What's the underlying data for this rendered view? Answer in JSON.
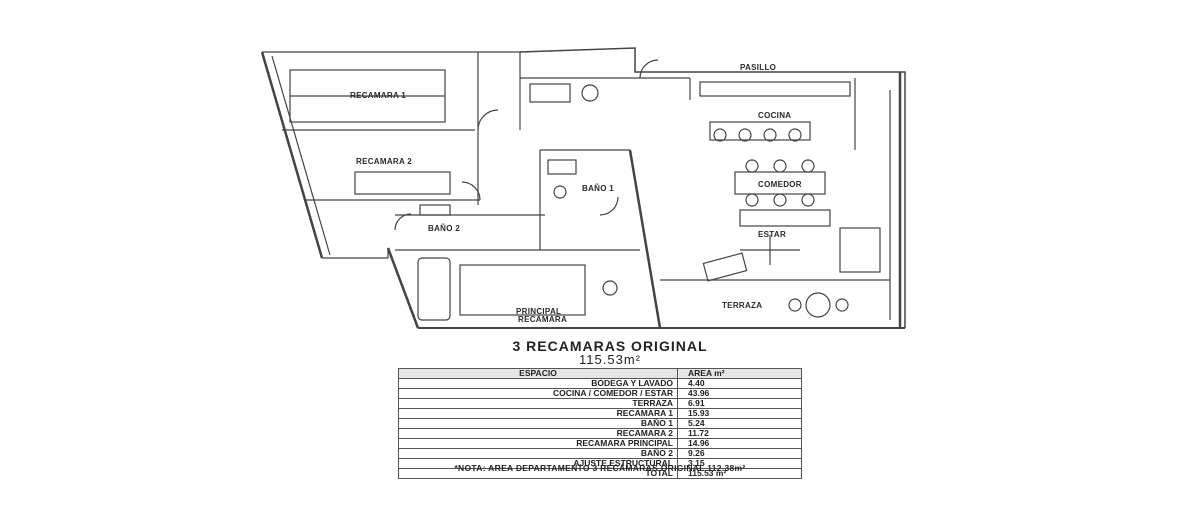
{
  "plan": {
    "rooms": {
      "pasillo": "PASILLO",
      "recamara1": "RECAMARA 1",
      "recamara2": "RECAMARA 2",
      "cocina": "COCINA",
      "comedor": "COMEDOR",
      "bano1": "BAÑO 1",
      "bano2": "BAÑO 2",
      "estar": "ESTAR",
      "principal_line1": "PRINCIPAL",
      "principal_line2": "RECAMARA",
      "terraza": "TERRAZA"
    }
  },
  "heading": {
    "title": "3 RECAMARAS ORIGINAL",
    "subtitle": "115.53m²"
  },
  "area_table": {
    "headers": [
      "ESPACIO",
      "AREA m²"
    ],
    "rows": [
      [
        "BODEGA Y LAVADO",
        "4.40"
      ],
      [
        "COCINA / COMEDOR / ESTAR",
        "43.96"
      ],
      [
        "TERRAZA",
        "6.91"
      ],
      [
        "RECAMARA 1",
        "15.93"
      ],
      [
        "BAÑO 1",
        "5.24"
      ],
      [
        "RECAMARA 2",
        "11.72"
      ],
      [
        "RECAMARA PRINCIPAL",
        "14.96"
      ],
      [
        "BAÑO 2",
        "9.26"
      ],
      [
        "AJUSTE ESTRUCTURAL",
        "3.15"
      ],
      [
        "TOTAL",
        "115.53 m²"
      ]
    ]
  },
  "note": "*NOTA: AREA DEPARTAMENTO 3 RECÁMARAS ORIGINAL 112.38m²"
}
